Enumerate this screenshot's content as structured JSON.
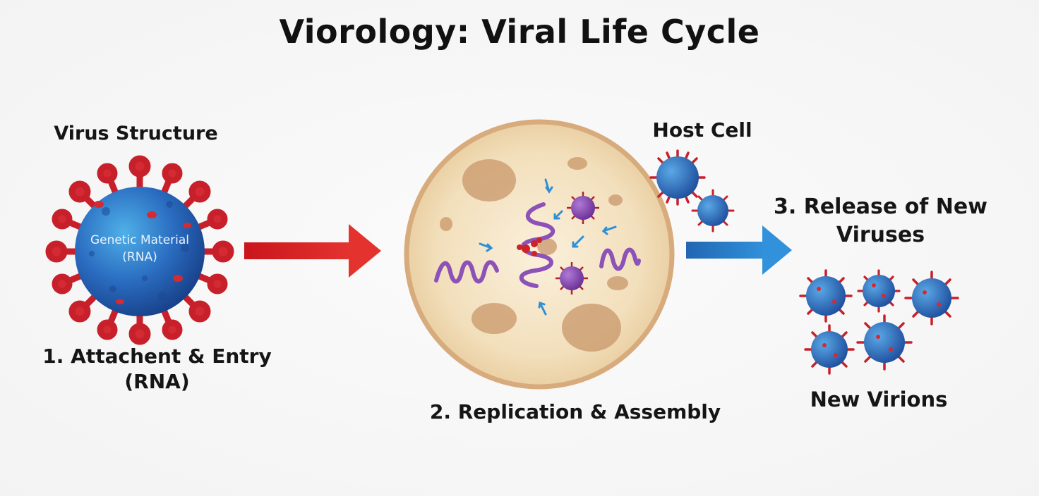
{
  "title": "Viorology: Viral Life Cycle",
  "labels": {
    "virus_structure": "Virus Structure",
    "genetic_material": "Genetic Material (RNA)",
    "step1": "1. Attachent & Entry (RNA)",
    "host_cell": "Host Cell",
    "step2": "2. Replication & Assembly",
    "step3": "3. Release of New Viruses",
    "new_virions": "New Virions"
  },
  "colors": {
    "virus_body": "#2b6fc2",
    "spike": "#d0262e",
    "arrow_entry": "#d9262b",
    "arrow_release": "#2a7bc6",
    "cell": "#f1dcb6",
    "cell_border": "#d4a877",
    "rna_strand": "#8c52b8"
  }
}
